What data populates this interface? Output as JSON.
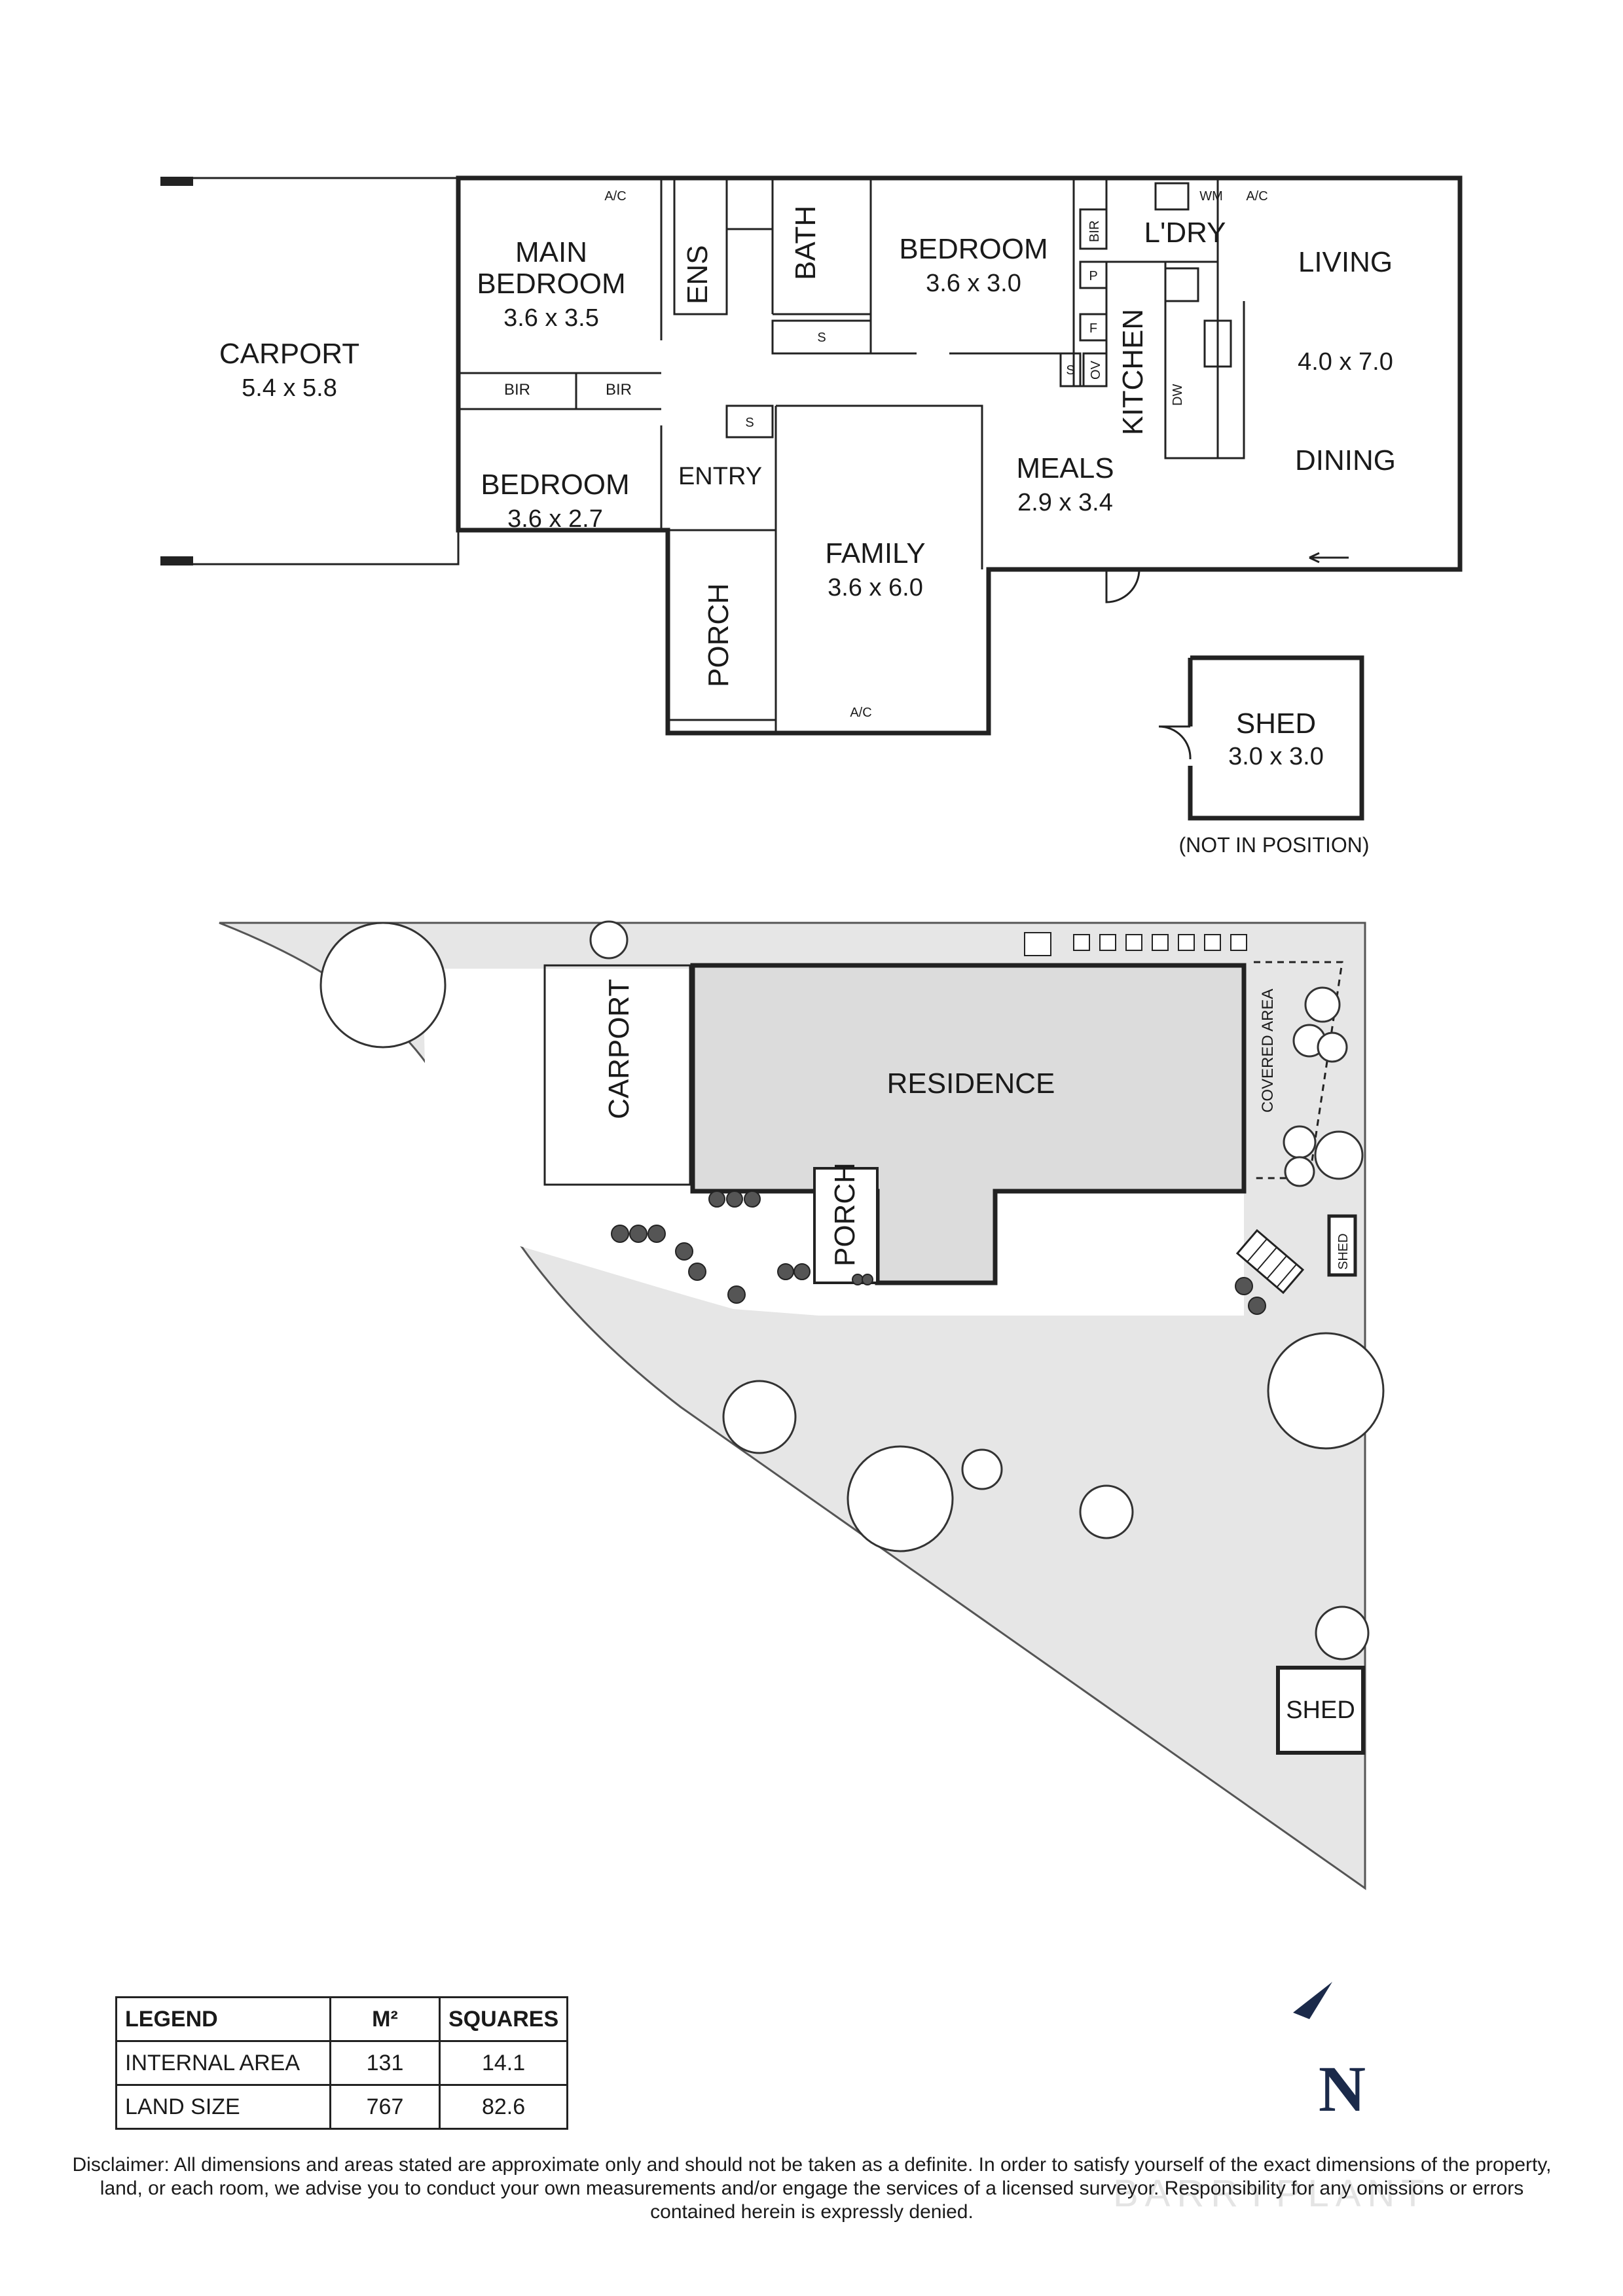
{
  "floorplan": {
    "carport": {
      "name": "CARPORT",
      "dim": "5.4 x 5.8"
    },
    "main_bedroom": {
      "name1": "MAIN",
      "name2": "BEDROOM",
      "dim": "3.6 x 3.5"
    },
    "ens": "ENS",
    "bath": "BATH",
    "bedroom2": {
      "name": "BEDROOM",
      "dim": "3.6 x 3.0"
    },
    "bedroom3": {
      "name": "BEDROOM",
      "dim": "3.6 x 2.7"
    },
    "bir_a": "BIR",
    "bir_b": "BIR",
    "bir_c": "BIR",
    "ldry": "L'DRY",
    "wm": "WM",
    "ac_1": "A/C",
    "ac_2": "A/C",
    "ac_3": "A/C",
    "kitchen": "KITCHEN",
    "p": "P",
    "f": "F",
    "s_1": "S",
    "s_2": "S",
    "s_3": "S",
    "ov": "OV",
    "dw": "DW",
    "living": {
      "name": "LIVING",
      "dim": "4.0 x 7.0"
    },
    "dining": "DINING",
    "entry": "ENTRY",
    "meals": {
      "name": "MEALS",
      "dim": "2.9 x 3.4"
    },
    "family": {
      "name": "FAMILY",
      "dim": "3.6 x 6.0"
    },
    "porch": "PORCH",
    "shed": {
      "name": "SHED",
      "dim": "3.0 x 3.0",
      "note": "(NOT IN POSITION)"
    }
  },
  "siteplan": {
    "carport": "CARPORT",
    "residence": "RESIDENCE",
    "porch": "PORCH",
    "covered_area": "COVERED AREA",
    "shed_small": "SHED",
    "shed": "SHED"
  },
  "legend": {
    "headers": [
      "LEGEND",
      "M²",
      "SQUARES"
    ],
    "rows": [
      {
        "label": "INTERNAL AREA",
        "m2": "131",
        "squares": "14.1"
      },
      {
        "label": "LAND SIZE",
        "m2": "767",
        "squares": "82.6"
      }
    ]
  },
  "compass": "N",
  "disclaimer": "Disclaimer: All dimensions and areas stated are approximate only and should not be taken as a definite. In order to satisfy yourself of the exact dimensions of the property, land, or each room, we advise you to conduct your own measurements and/or engage the services of a licensed surveyor. Responsibility for any omissions or errors contained herein is expressly denied.",
  "watermark": "BARRYPLANT",
  "colors": {
    "wall": "#222222",
    "land": "#e6e6e6",
    "text": "#1a1a1a",
    "compass": "#1b2a4a"
  }
}
